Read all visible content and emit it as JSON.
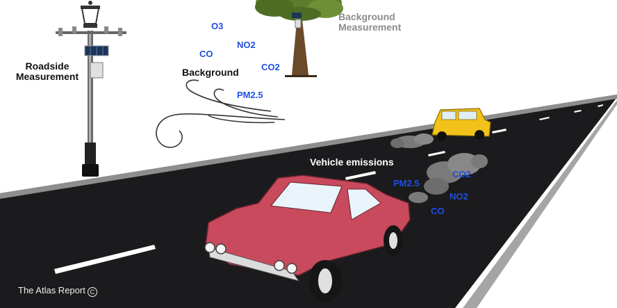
{
  "labels": {
    "roadside": "Roadside\nMeasurement",
    "background": "Background",
    "background_measurement": "Background\nMeasurement",
    "vehicle_emissions": "Vehicle emissions"
  },
  "background_gases": {
    "o3": "O3",
    "no2": "NO2",
    "co": "CO",
    "co2": "CO2",
    "pm25": "PM2.5"
  },
  "vehicle_gases": {
    "pm25": "PM2.5",
    "co2": "CO2",
    "no2": "NO2",
    "co": "CO"
  },
  "credit": {
    "text": "The Atlas Report",
    "symbol": "C"
  },
  "colors": {
    "road": "#1b1b1d",
    "road_edge": "#9a9a9a",
    "gas_label": "#1f4fe0",
    "red_car": "#c84a5c",
    "yellow_car": "#f2c21a",
    "tree_crown": "#5d7c2e",
    "trunk": "#6b4a2a",
    "exhaust": "#6d6d6d"
  }
}
